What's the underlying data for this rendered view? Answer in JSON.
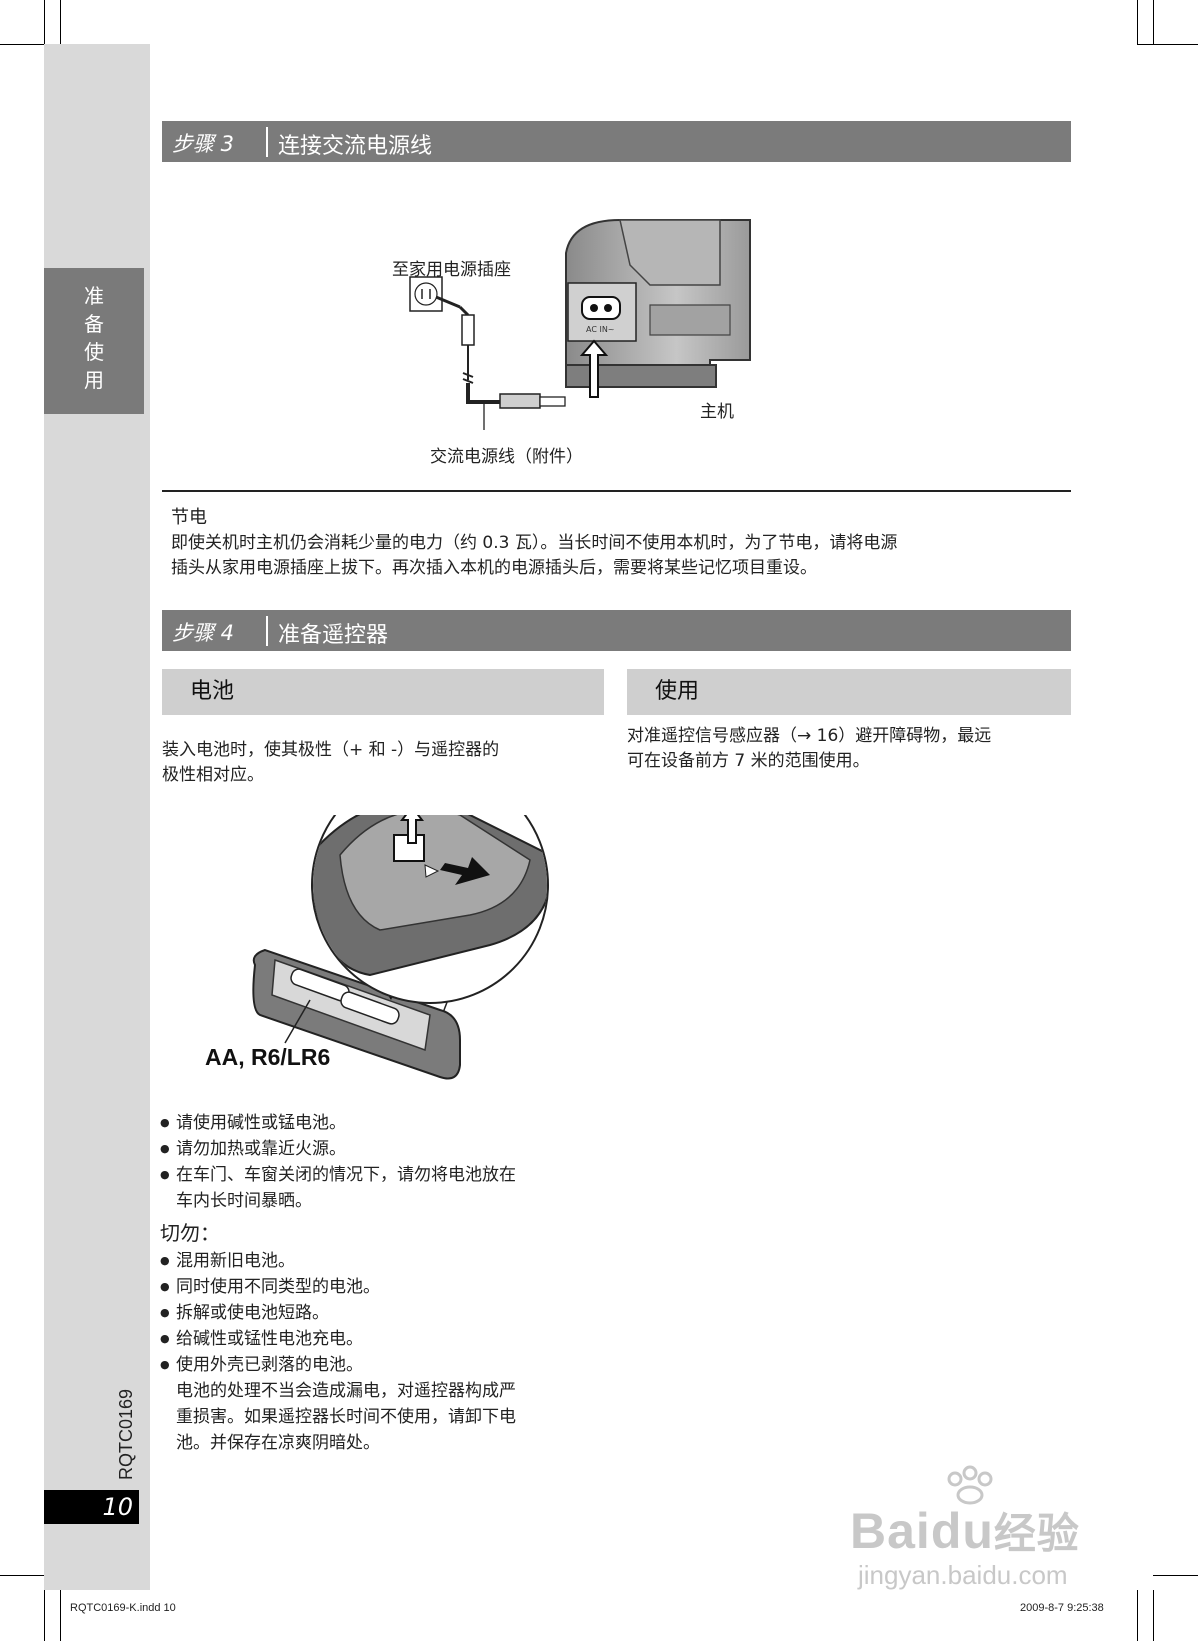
{
  "sidebar": {
    "tab": [
      "准",
      "备",
      "使",
      "用"
    ],
    "doc_id": "RQTC0169",
    "page_number": "10"
  },
  "step3": {
    "label": "步骤 3",
    "title": "连接交流电源线"
  },
  "fig1": {
    "outlet_label": "至家用电源插座",
    "ac_in": "AC IN~",
    "unit_label": "主机",
    "cord_label": "交流电源线（附件）"
  },
  "energy": {
    "title": "节电",
    "line1": "即使关机时主机仍会消耗少量的电力（约 0.3 瓦）。当长时间不使用本机时，为了节电，请将电源",
    "line2": "插头从家用电源插座上拔下。再次插入本机的电源插头后，需要将某些记忆项目重设。"
  },
  "step4": {
    "label": "步骤 4",
    "title": "准备遥控器"
  },
  "battery": {
    "heading": "电池",
    "line1": "装入电池时，使其极性（+ 和 -）与遥控器的",
    "line2": "极性相对应。",
    "type_label": "AA, R6/LR6",
    "bullets": [
      "请使用碱性或锰电池。",
      "请勿加热或靠近火源。",
      "在车门、车窗关闭的情况下，请勿将电池放在"
    ],
    "bullet3_cont": "车内长时间暴晒。",
    "dont_title": "切勿：",
    "dont_items": [
      "混用新旧电池。",
      "同时使用不同类型的电池。",
      "拆解或使电池短路。",
      "给碱性或锰性电池充电。",
      "使用外壳已剥落的电池。"
    ],
    "warn1": "电池的处理不当会造成漏电，对遥控器构成严",
    "warn2": "重损害。如果遥控器长时间不使用，请卸下电",
    "warn3": "池。并保存在凉爽阴暗处。"
  },
  "use": {
    "heading": "使用",
    "line1": "对准遥控信号感应器（→ 16）避开障碍物，最远",
    "line2": "可在设备前方 7 米的范围使用。"
  },
  "footer": {
    "left": "RQTC0169-K.indd   10",
    "right": "2009-8-7   9:25:38"
  },
  "watermark": {
    "brand_a": "Bai",
    "brand_b": "du",
    "brand_c": "经验",
    "url": "jingyan.baidu.com"
  }
}
